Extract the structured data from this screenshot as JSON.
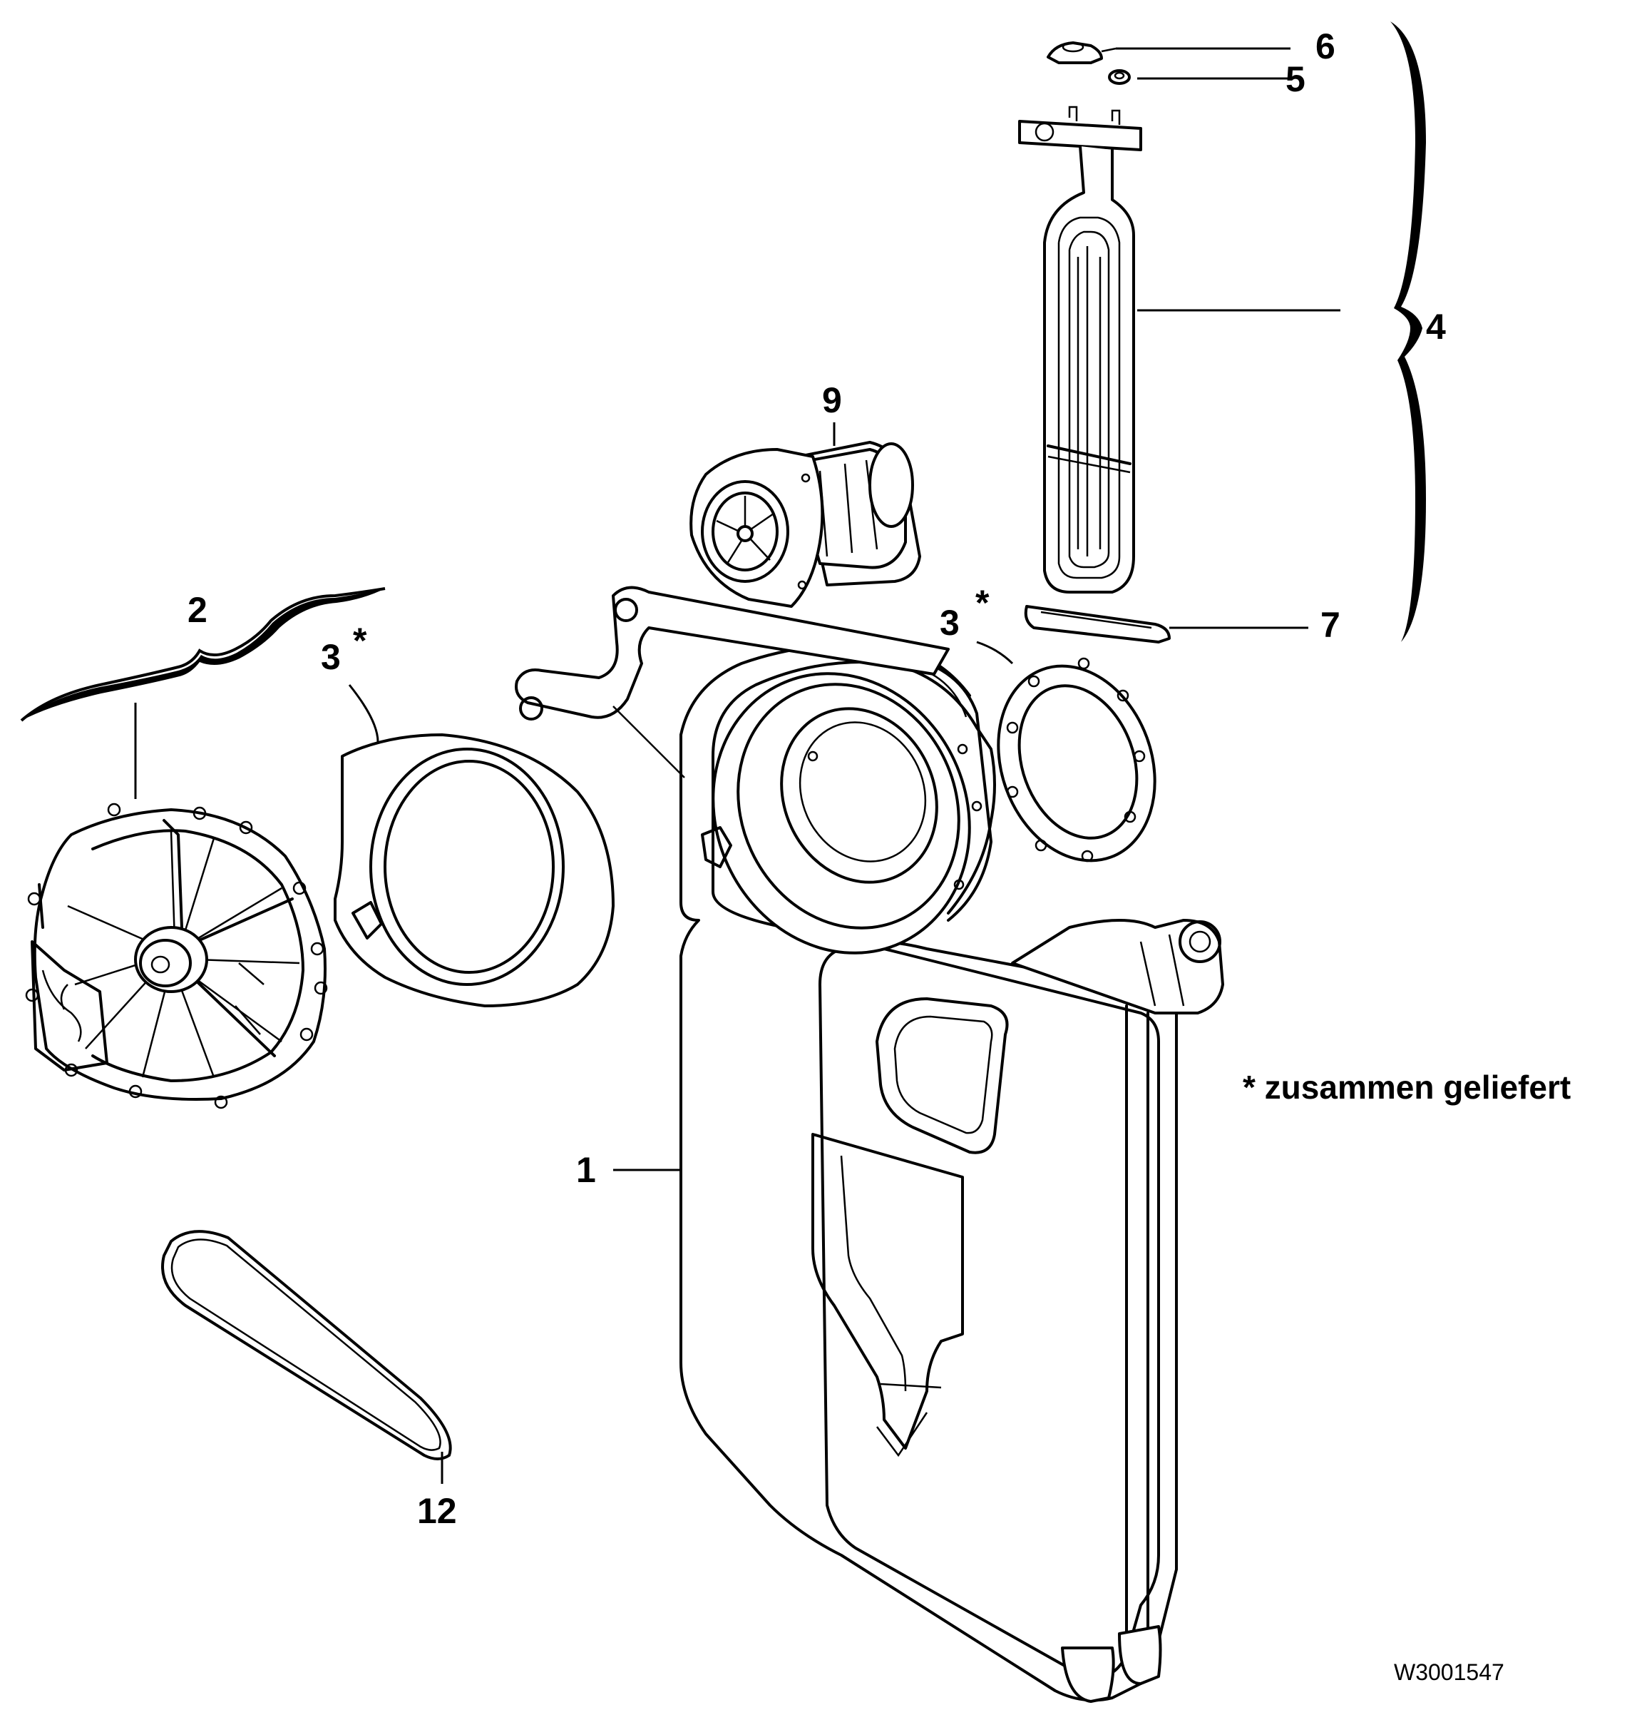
{
  "labels": {
    "l1": "1",
    "l2": "2",
    "l3a": "3",
    "l3b": "3",
    "l4": "4",
    "l5": "5",
    "l6": "6",
    "l7": "7",
    "l9": "9",
    "l12": "12"
  },
  "markers": {
    "star_a": "*",
    "star_b": "*"
  },
  "note": "* zusammen geliefert",
  "drawing_code": "W3001547",
  "colors": {
    "ink": "#000000",
    "paper": "#ffffff"
  }
}
